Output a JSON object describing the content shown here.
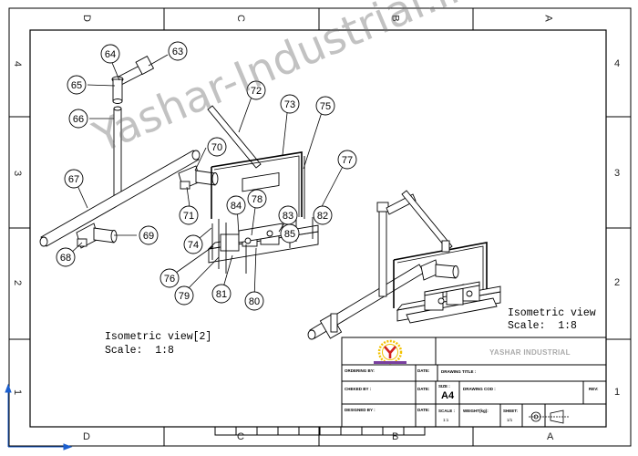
{
  "sheet": {
    "zones_top": [
      "D",
      "C",
      "B",
      "A"
    ],
    "zones_bottom": [
      "D",
      "C",
      "B",
      "A"
    ],
    "zones_left": [
      "4",
      "3",
      "2",
      "1"
    ],
    "zones_right": [
      "4",
      "3",
      "2",
      "1"
    ]
  },
  "balloons": [
    "63",
    "64",
    "65",
    "66",
    "67",
    "68",
    "69",
    "70",
    "71",
    "72",
    "73",
    "74",
    "75",
    "76",
    "77",
    "78",
    "79",
    "80",
    "81",
    "82",
    "83",
    "84",
    "85"
  ],
  "views": {
    "left_caption_line1": "Isometric view[2]",
    "left_caption_line2": "Scale:  1:8",
    "right_caption_line1": "Isometric view",
    "right_caption_line2": "Scale:  1:8"
  },
  "watermark": "Yashar-Industrial.ir",
  "title_block": {
    "company": "YASHAR INDUSTRIAL",
    "ordering_by": "ORDERING  BY:",
    "date": "DATE:",
    "drawing_title": "DRAWING TITLE :",
    "cheked_by": "CHEKED BY :",
    "size_label": "SIZE :",
    "size_value": "A4",
    "drawing_cod": "DRAWING COD :",
    "rev": "REV:",
    "designed_by": "DESIGNED BY :",
    "scale_label": "SCALE :",
    "scale_value": "1:1",
    "weight": "WEIGHT(kg):",
    "sheet_label": "SHEET:",
    "sheet_value": "1/1"
  }
}
